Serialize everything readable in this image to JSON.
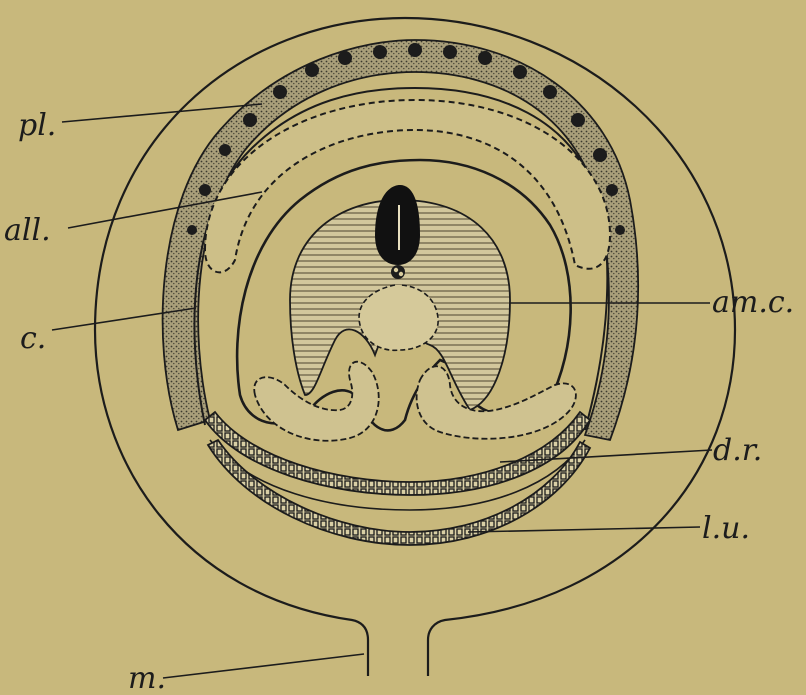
{
  "labels": {
    "pl": "pl.",
    "all": "all.",
    "c": "c.",
    "amc": "am.c.",
    "dr": "d.r.",
    "lu": "l.u.",
    "m": "m."
  },
  "colors": {
    "background": "#c8b87c",
    "ink": "#1c1c1c",
    "placenta": "#9a9170",
    "amnion_fill": "#d4c99f"
  }
}
